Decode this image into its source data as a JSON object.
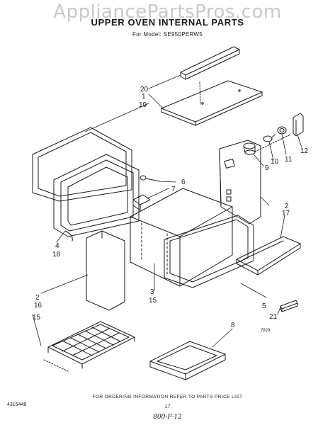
{
  "watermark": "AppliancePartsPros.com",
  "title": "UPPER OVEN INTERNAL PARTS",
  "model": "For Model: SE950PERW5",
  "labels": {
    "p20": "20",
    "p1": "1",
    "p19": "19",
    "p6": "6",
    "p7": "7",
    "p12": "12",
    "p11": "11",
    "p10": "10",
    "p9": "9",
    "p2a": "2",
    "p17": "17",
    "p4": "4",
    "p18": "18",
    "p2b": "2",
    "p16": "16",
    "p15a": "15",
    "p3": "3",
    "p15b": "15",
    "p5": "5",
    "p21": "21",
    "p8": "8"
  },
  "diagram_code": "7829",
  "footer": {
    "note": "FOR ORDERING INFORMATION REFER TO PARTS PRICE LIST",
    "doc_number": "4315448",
    "page": "17",
    "handwritten": "800-F-12"
  }
}
